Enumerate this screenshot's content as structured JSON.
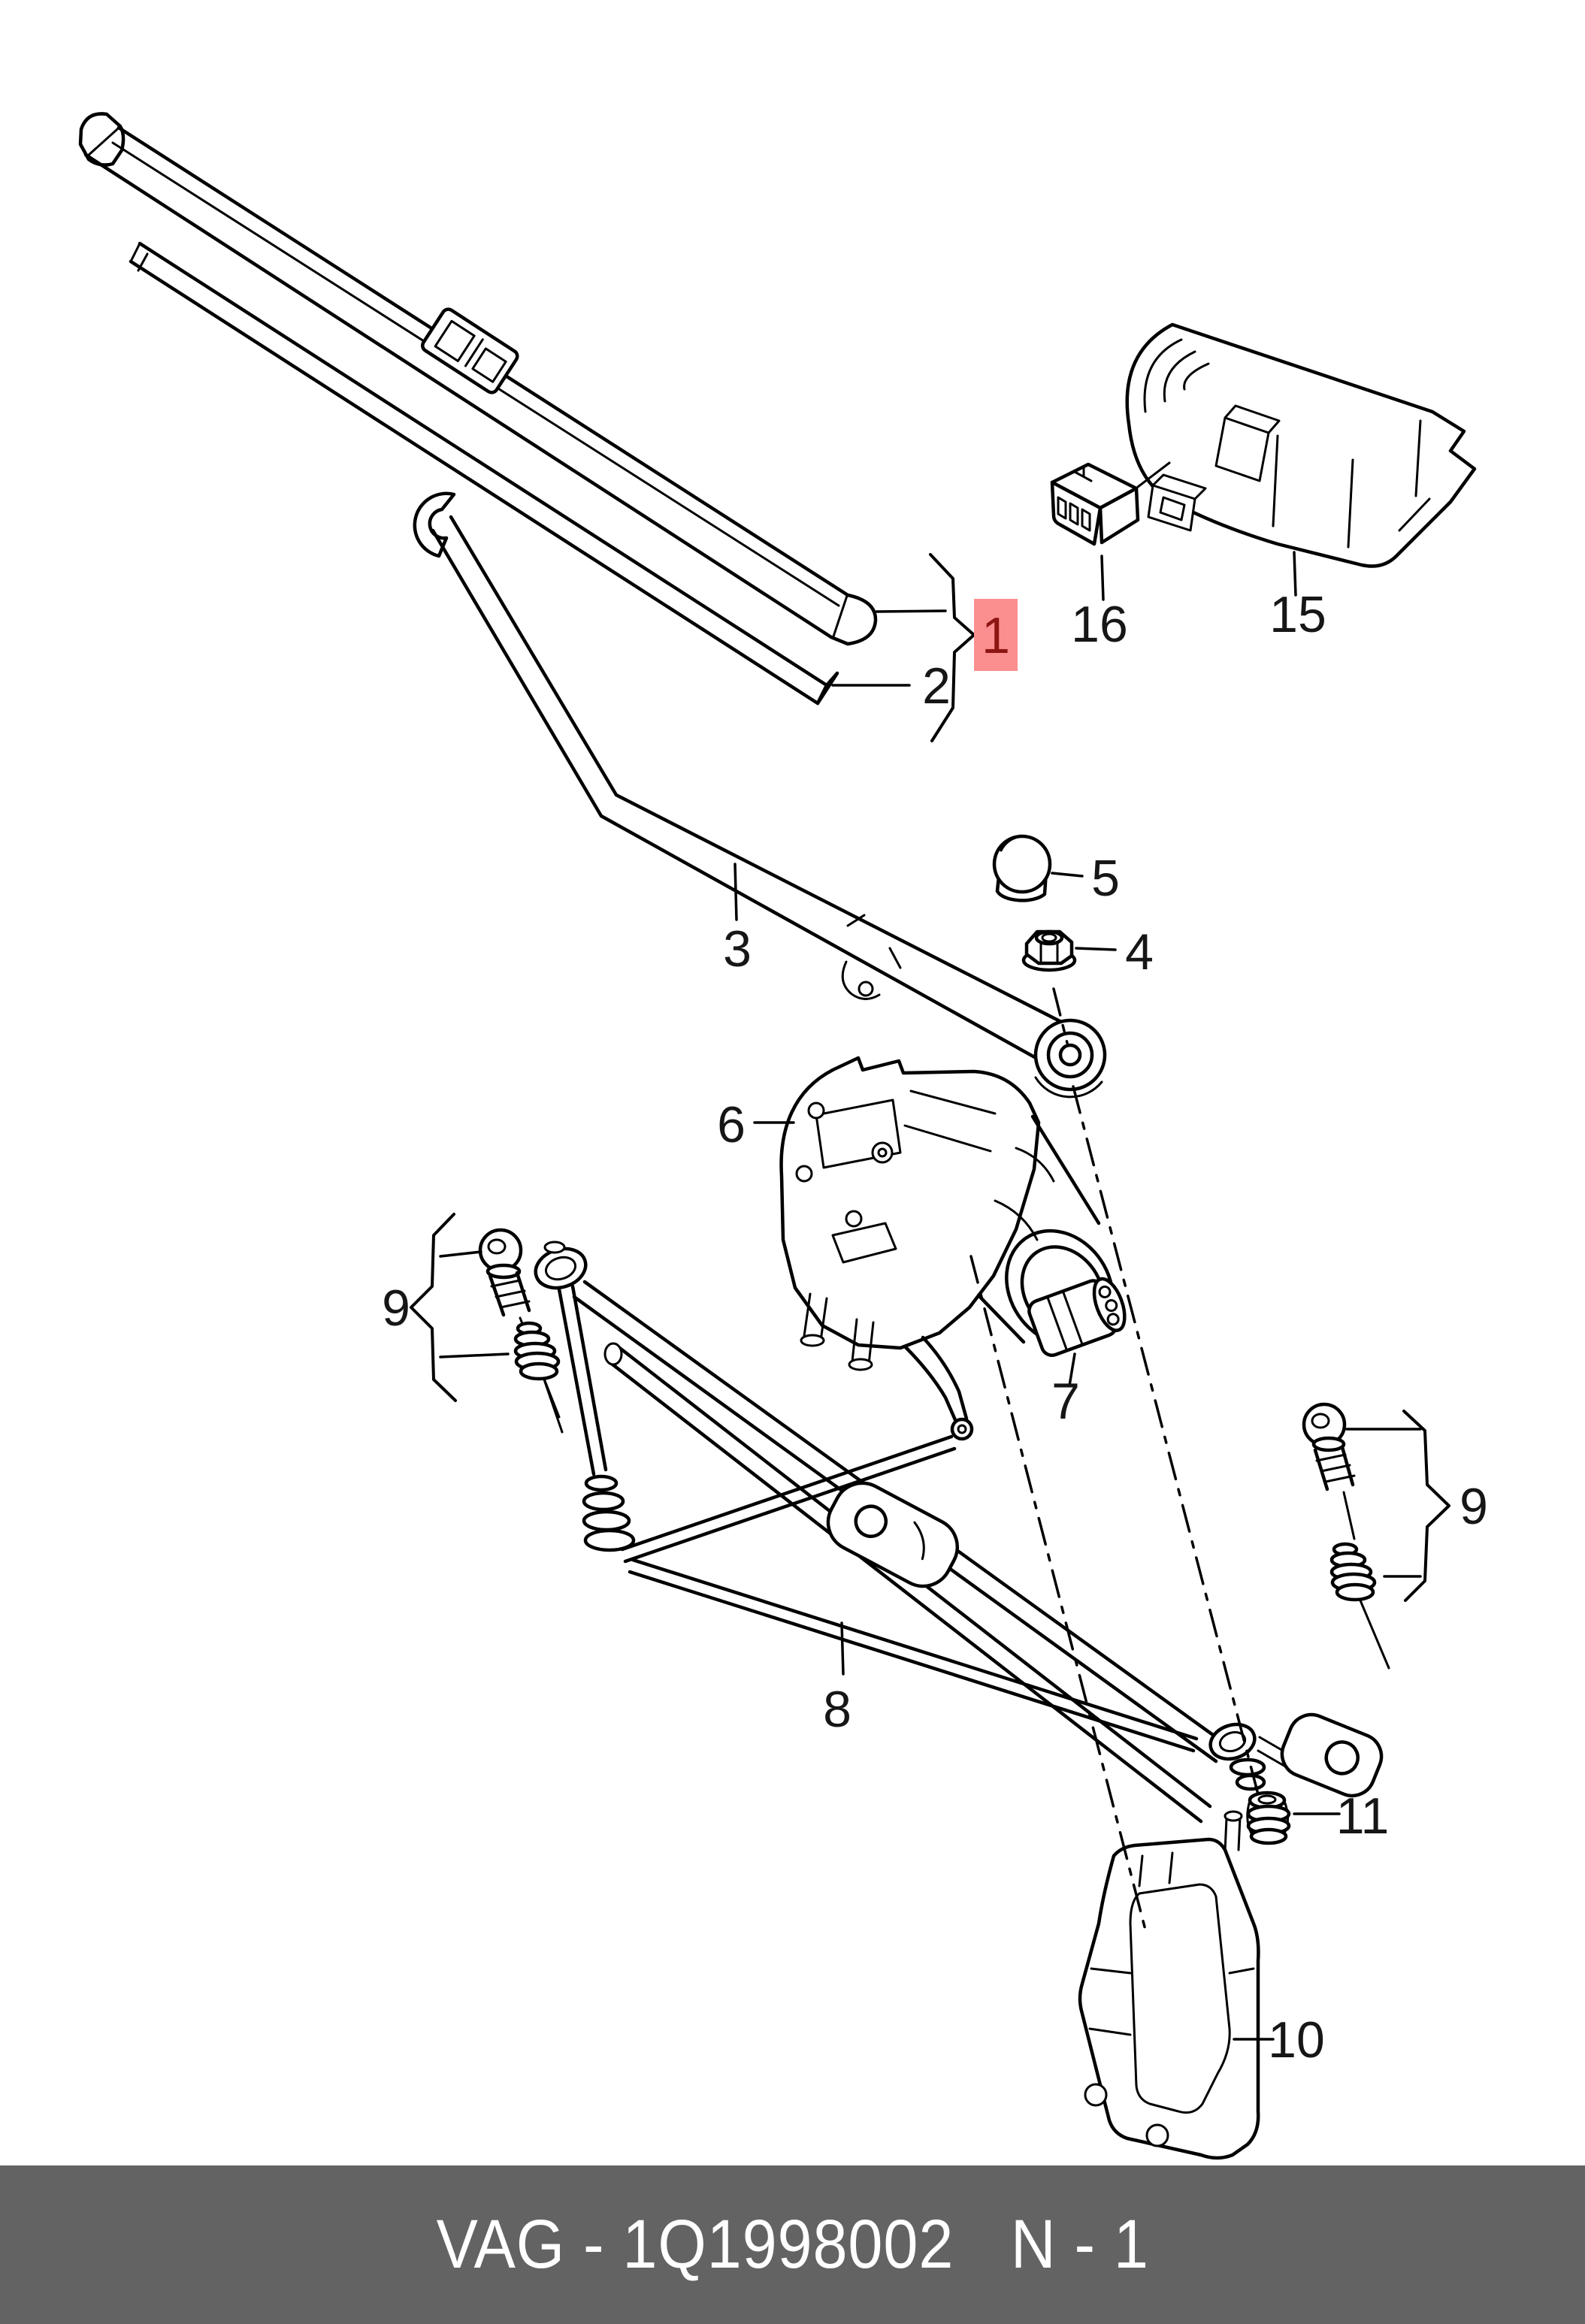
{
  "doc": {
    "kind": "vehicle-parts-exploded-diagram",
    "background": "#ffffff",
    "line_color": "#000000"
  },
  "footer": {
    "bar_color": "#636363",
    "text_color": "#ffffff",
    "left_text": "VAG - 1Q1998002",
    "right_text": "N - 1"
  },
  "highlight": {
    "fill": "#fb8f8f",
    "digit_color": "#8c1513",
    "selected_label": "1"
  },
  "labels": {
    "n1": "1",
    "n2": "2",
    "n3": "3",
    "n4": "4",
    "n5": "5",
    "n6": "6",
    "n7": "7",
    "n8": "8",
    "n9_left": "9",
    "n9_right": "9",
    "n10": "10",
    "n11": "11",
    "n15": "15",
    "n16": "16"
  },
  "parts": [
    {
      "callout": "1",
      "name": "wiper-blade-assembly"
    },
    {
      "callout": "2",
      "name": "wiper-blade-refill"
    },
    {
      "callout": "3",
      "name": "wiper-arm"
    },
    {
      "callout": "4",
      "name": "spindle-nut"
    },
    {
      "callout": "5",
      "name": "spindle-cap"
    },
    {
      "callout": "6",
      "name": "wiper-motor"
    },
    {
      "callout": "7",
      "name": "motor-mount-bushing"
    },
    {
      "callout": "8",
      "name": "wiper-linkage-frame"
    },
    {
      "callout": "9",
      "name": "mounting-screw-and-bushing-set"
    },
    {
      "callout": "10",
      "name": "mounting-bracket"
    },
    {
      "callout": "11",
      "name": "rubber-grommet"
    },
    {
      "callout": "15",
      "name": "control-unit"
    },
    {
      "callout": "16",
      "name": "connector-plug"
    }
  ]
}
